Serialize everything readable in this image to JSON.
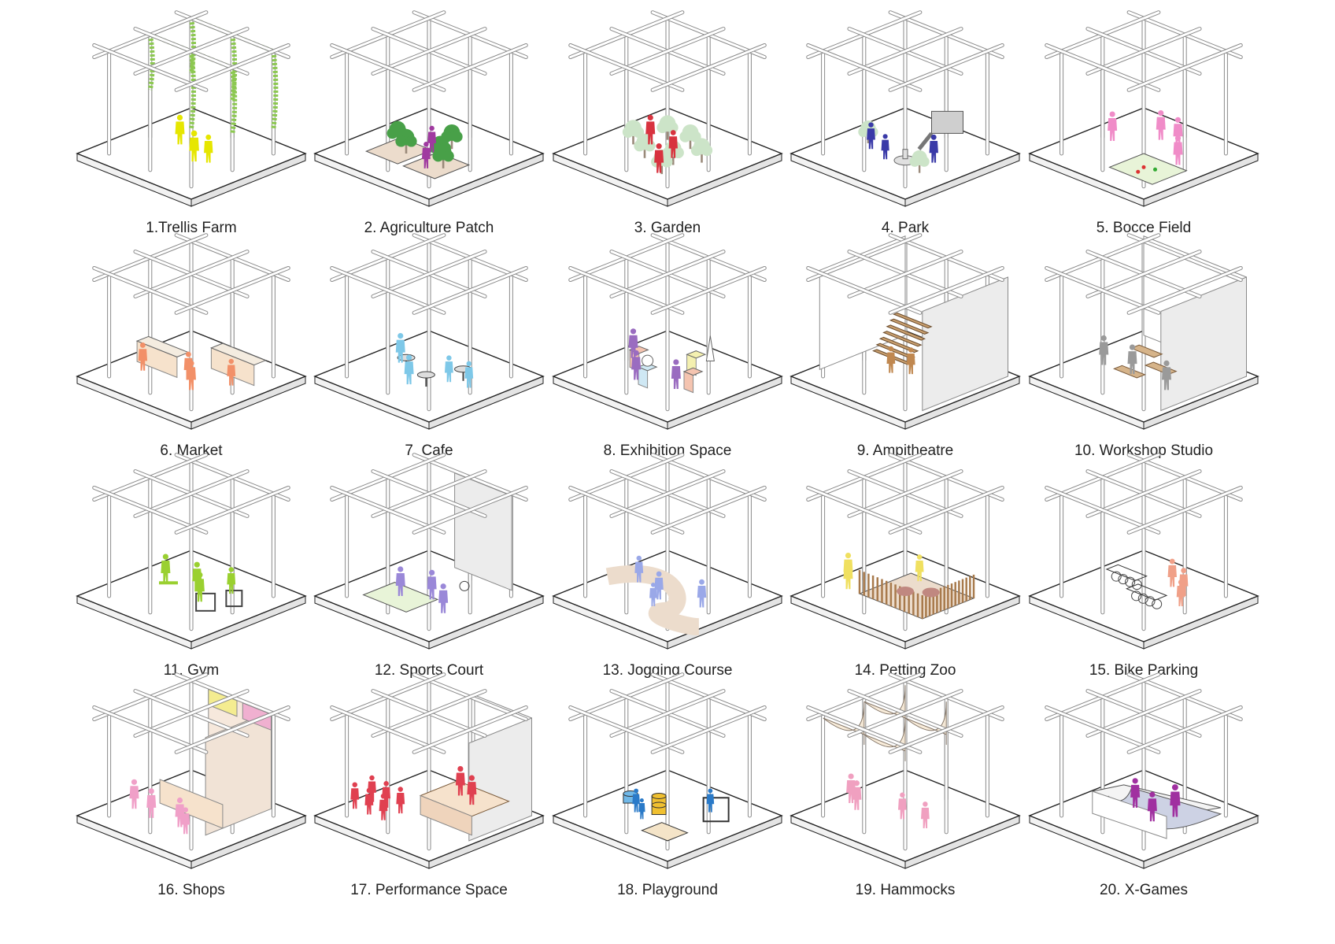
{
  "diagram": {
    "panels": [
      {
        "label": "1.Trellis Farm",
        "program": "trellis",
        "figure_color": "#e6e600"
      },
      {
        "label": "2. Agriculture Patch",
        "program": "agriculture",
        "figure_color": "#a03aa0"
      },
      {
        "label": "3. Garden",
        "program": "garden",
        "figure_color": "#d8333f"
      },
      {
        "label": "4. Park",
        "program": "park",
        "figure_color": "#3a3aa8"
      },
      {
        "label": "5. Bocce Field",
        "program": "bocce",
        "figure_color": "#f08cc8"
      },
      {
        "label": "6. Market",
        "program": "market",
        "figure_color": "#f29068"
      },
      {
        "label": "7. Cafe",
        "program": "cafe",
        "figure_color": "#7ec8e8"
      },
      {
        "label": "8. Exhibition Space",
        "program": "exhibition",
        "figure_color": "#9a6cc0"
      },
      {
        "label": "9. Ampitheatre",
        "program": "amphitheatre",
        "figure_color": "#c08850"
      },
      {
        "label": "10. Workshop Studio",
        "program": "workshop",
        "figure_color": "#9a9a9a"
      },
      {
        "label": "11. Gym",
        "program": "gym",
        "figure_color": "#9ad030"
      },
      {
        "label": "12. Sports Court",
        "program": "sports",
        "figure_color": "#9a88d8"
      },
      {
        "label": "13. Jogging Course",
        "program": "jogging",
        "figure_color": "#9aa8e8"
      },
      {
        "label": "14. Petting Zoo",
        "program": "zoo",
        "figure_color": "#f0e060"
      },
      {
        "label": "15. Bike Parking",
        "program": "bike",
        "figure_color": "#f0a088"
      },
      {
        "label": "16. Shops",
        "program": "shops",
        "figure_color": "#f0a0c8"
      },
      {
        "label": "17. Performance Space",
        "program": "performance",
        "figure_color": "#e04050"
      },
      {
        "label": "18. Playground",
        "program": "playground",
        "figure_color": "#2a7ac8"
      },
      {
        "label": "19. Hammocks",
        "program": "hammocks",
        "figure_color": "#f0a0c0"
      },
      {
        "label": "20. X-Games",
        "program": "xgames",
        "figure_color": "#a030a0"
      }
    ]
  },
  "colors": {
    "line": "#222222",
    "frame_stroke": "#8a8a8a",
    "frame_fill": "#ffffff",
    "vine": "#8cc850",
    "tree": "#48a048",
    "tree_light": "#cce4c8",
    "soil": "#ecdccc",
    "lawn": "#e8f4d8",
    "wall": "#ececec",
    "wood": "#a87a4c",
    "peach": "#f6e2cc",
    "skate": "#cdd2e4"
  }
}
